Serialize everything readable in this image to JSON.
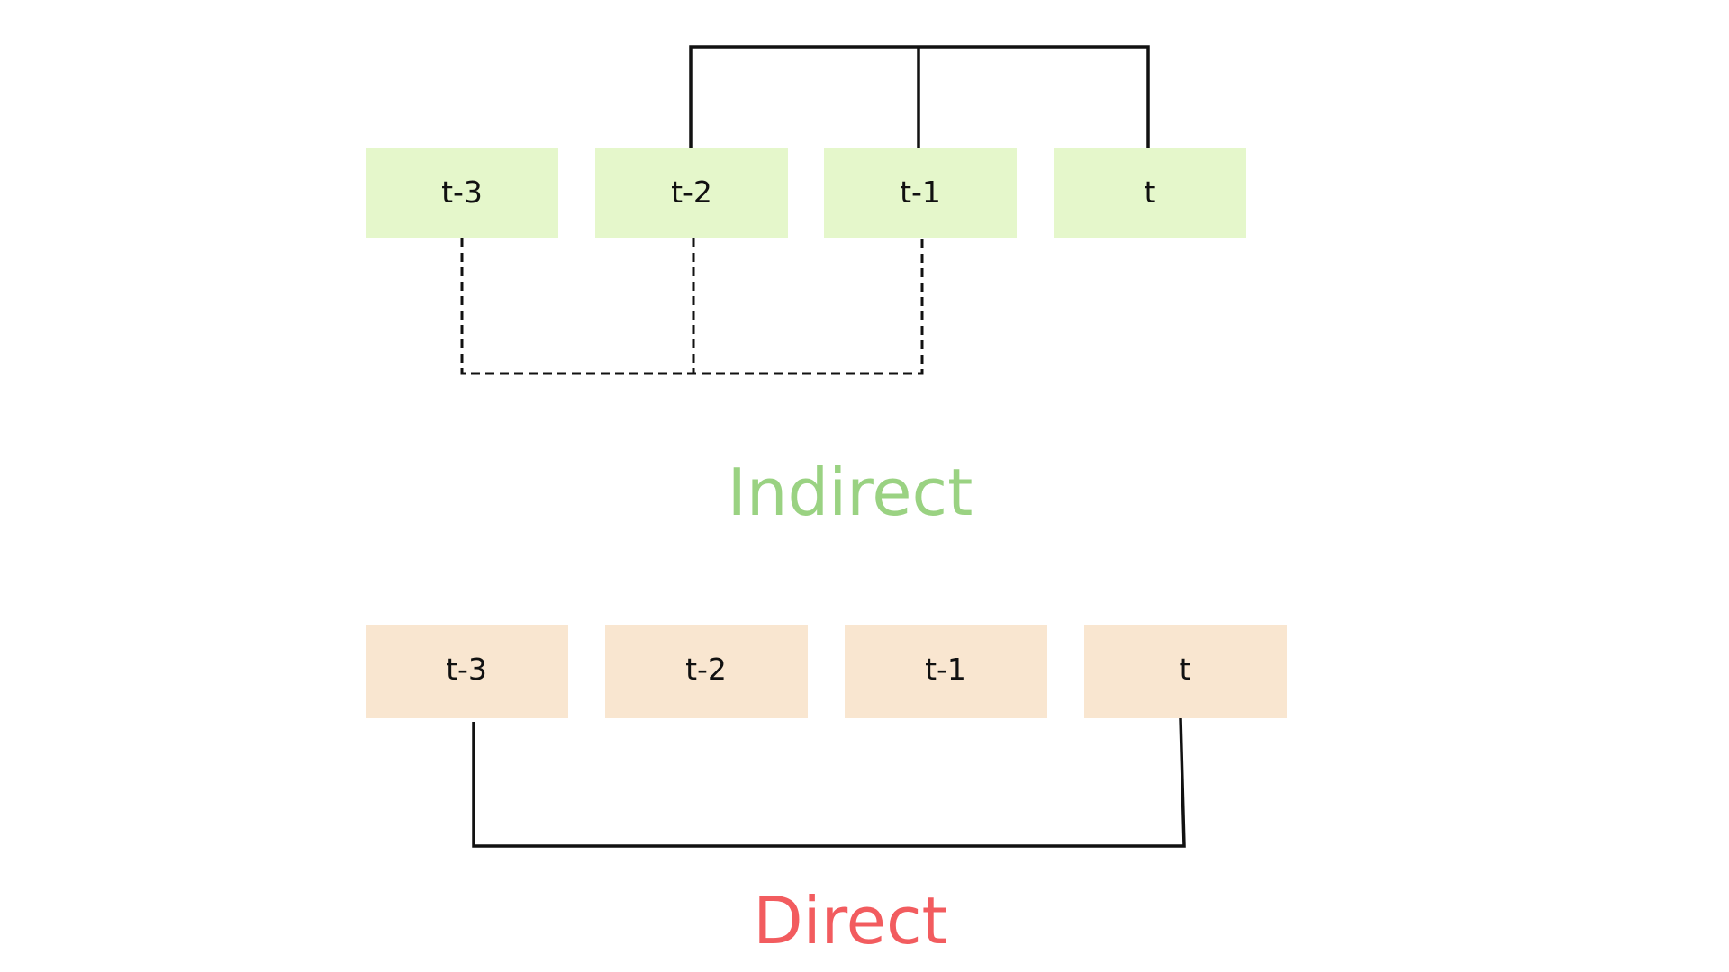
{
  "indirect": {
    "title": "Indirect",
    "title_color": "#9ad282",
    "box_color": "#e5f7cb",
    "boxes": [
      "t-3",
      "t-2",
      "t-1",
      "t"
    ]
  },
  "direct": {
    "title": "Direct",
    "title_color": "#f25c5f",
    "box_color": "#f9e6d0",
    "boxes": [
      "t-3",
      "t-2",
      "t-1",
      "t"
    ]
  },
  "line_color": "#111111"
}
